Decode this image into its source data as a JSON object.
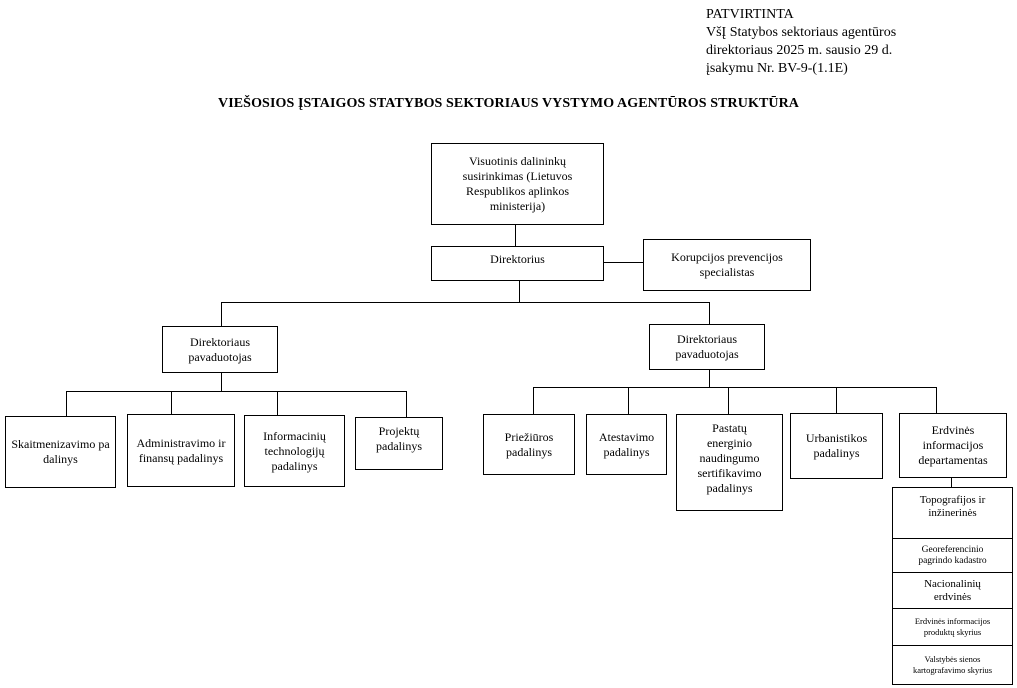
{
  "approval": {
    "line1": "PATVIRTINTA",
    "line2": "VšĮ Statybos sektoriaus agentūros",
    "line3": "direktoriaus 2025 m. sausio 29  d.",
    "line4": "įsakymu Nr. BV-9-(1.1E)"
  },
  "title": "VIEŠOSIOS ĮSTAIGOS STATYBOS SEKTORIAUS VYSTYMO AGENTŪROS STRUKTŪRA",
  "nodes": {
    "shareholders": "Visuotinis dalininkų susirinkimas (Lietuvos Respublikos aplinkos ministerija)",
    "director": "Direktorius",
    "corruption": "Korupcijos prevencijos specialistas",
    "deputy_left": "Direktoriaus pavaduotojas",
    "deputy_right": "Direktoriaus pavaduotojas",
    "digitalization": "Skaitmenizavimo padalinys",
    "admin_finance": "Administravimo ir finansų padalinys",
    "it": "Informacinių technologijų padalinys",
    "projects": "Projektų padalinys",
    "supervision": "Priežiūros padalinys",
    "attestation": "Atestavimo padalinys",
    "energy": "Pastatų energinio naudingumo sertifikavimo padalinys",
    "urbanistics": "Urbanistikos padalinys",
    "spatial": "Erdvinės informacijos departamentas",
    "topo": "Topografijos ir inžinerinės",
    "georef": "Georeferencinio pagrindo kadastro",
    "national": "Nacionalinių erdvinės",
    "spatial_products": "Erdvinės informacijos produktų skyrius",
    "border": "Valstybės sienos kartografavimo skyrius"
  }
}
